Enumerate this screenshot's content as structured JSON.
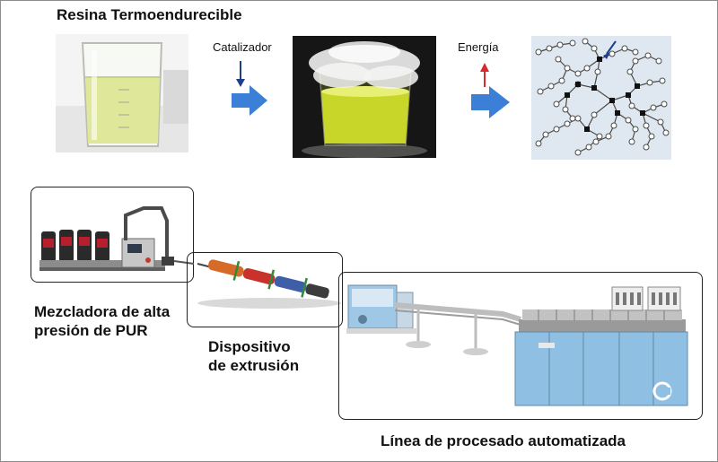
{
  "top": {
    "resin_title": "Resina Termoendurecible",
    "catalyst_label": "Catalizador",
    "energy_label": "Energía"
  },
  "bottom": {
    "mixer_label": [
      "Mezcladora de alta",
      "presión de PUR"
    ],
    "extrusion_label": [
      "Dispositivo",
      "de extrusión"
    ],
    "line_label": "Línea de procesado automatizada"
  },
  "colors": {
    "process_arrow": "#3b7fd6",
    "catalyst_arrow": "#1d3f8a",
    "energy_arrow": "#d9282f",
    "resin_liquid": "#d8e58a",
    "cured_liquid": "#c8d62a",
    "network_node": "#111111",
    "network_bg": "#dfe8f0"
  }
}
